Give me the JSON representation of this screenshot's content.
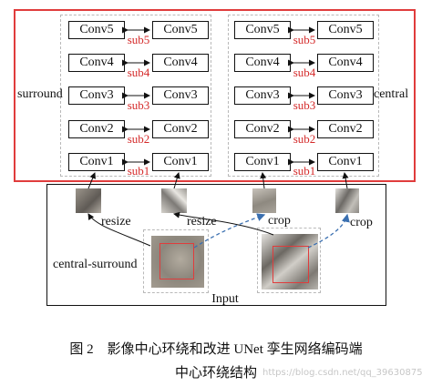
{
  "left_stack": {
    "label": "surround",
    "rows": [
      {
        "left": "Conv5",
        "sub": "sub5",
        "right": "Conv5"
      },
      {
        "left": "Conv4",
        "sub": "sub4",
        "right": "Conv4"
      },
      {
        "left": "Conv3",
        "sub": "sub3",
        "right": "Conv3"
      },
      {
        "left": "Conv2",
        "sub": "sub2",
        "right": "Conv2"
      },
      {
        "left": "Conv1",
        "sub": "sub1",
        "right": "Conv1"
      }
    ]
  },
  "right_stack": {
    "label": "central",
    "rows": [
      {
        "left": "Conv5",
        "sub": "sub5",
        "right": "Conv5"
      },
      {
        "left": "Conv4",
        "sub": "sub4",
        "right": "Conv4"
      },
      {
        "left": "Conv3",
        "sub": "sub3",
        "right": "Conv3"
      },
      {
        "left": "Conv2",
        "sub": "sub2",
        "right": "Conv2"
      },
      {
        "left": "Conv1",
        "sub": "sub1",
        "right": "Conv1"
      }
    ]
  },
  "input_panel": {
    "resize_label_1": "resize",
    "resize_label_2": "resize",
    "crop_label_1": "crop",
    "crop_label_2": "crop",
    "central_surround_label": "central-surround",
    "input_label": "Input"
  },
  "caption": {
    "line1": "图 2　影像中心环绕和改进 UNet 孪生网络编码端",
    "line2": "中心环绕结构"
  },
  "watermark": "https://blog.csdn.net/qq_39630875",
  "colors": {
    "frame_red": "#e03c3c",
    "sub_red": "#d42a2a",
    "dashed_blue": "#3a6fb0"
  }
}
